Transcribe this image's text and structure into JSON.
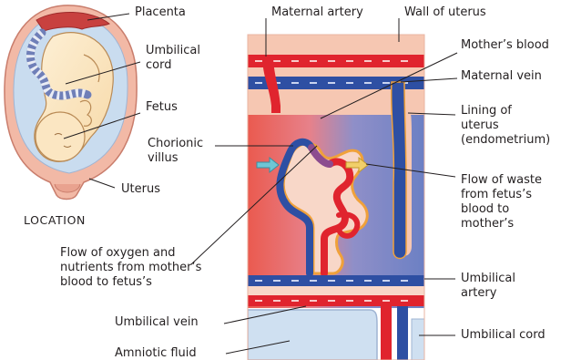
{
  "labels": {
    "placenta": "Placenta",
    "umbilical_cord_left": "Umbilical\ncord",
    "fetus": "Fetus",
    "uterus": "Uterus",
    "location": "LOCATION",
    "maternal_artery": "Maternal artery",
    "wall_of_uterus": "Wall of uterus",
    "mothers_blood": "Mother’s blood",
    "maternal_vein": "Maternal vein",
    "lining_of_uterus": "Lining of\nuterus\n(endometrium)",
    "chorionic_villus": "Chorionic\nvillus",
    "flow_of_waste": "Flow of waste\nfrom fetus’s\nblood to\nmother’s",
    "flow_of_oxygen": "Flow of oxygen and\nnutrients from mother’s\nblood to fetus’s",
    "umbilical_artery": "Umbilical\nartery",
    "umbilical_vein": "Umbilical vein",
    "umbilical_cord_right": "Umbilical cord",
    "amniotic_fluid": "Amniotic fluid"
  },
  "colors": {
    "artery_red": "#e0242e",
    "vein_blue": "#2e4fa3",
    "maternal_blood_red": "#ee6a5c",
    "maternal_blood_blue": "#6f83c6",
    "uterine_wall": "#f6c7b2",
    "amniotic_blue": "#cfe0f1",
    "vessel_outline_orange": "#f0a13a",
    "skin": "#fbe3b8"
  }
}
